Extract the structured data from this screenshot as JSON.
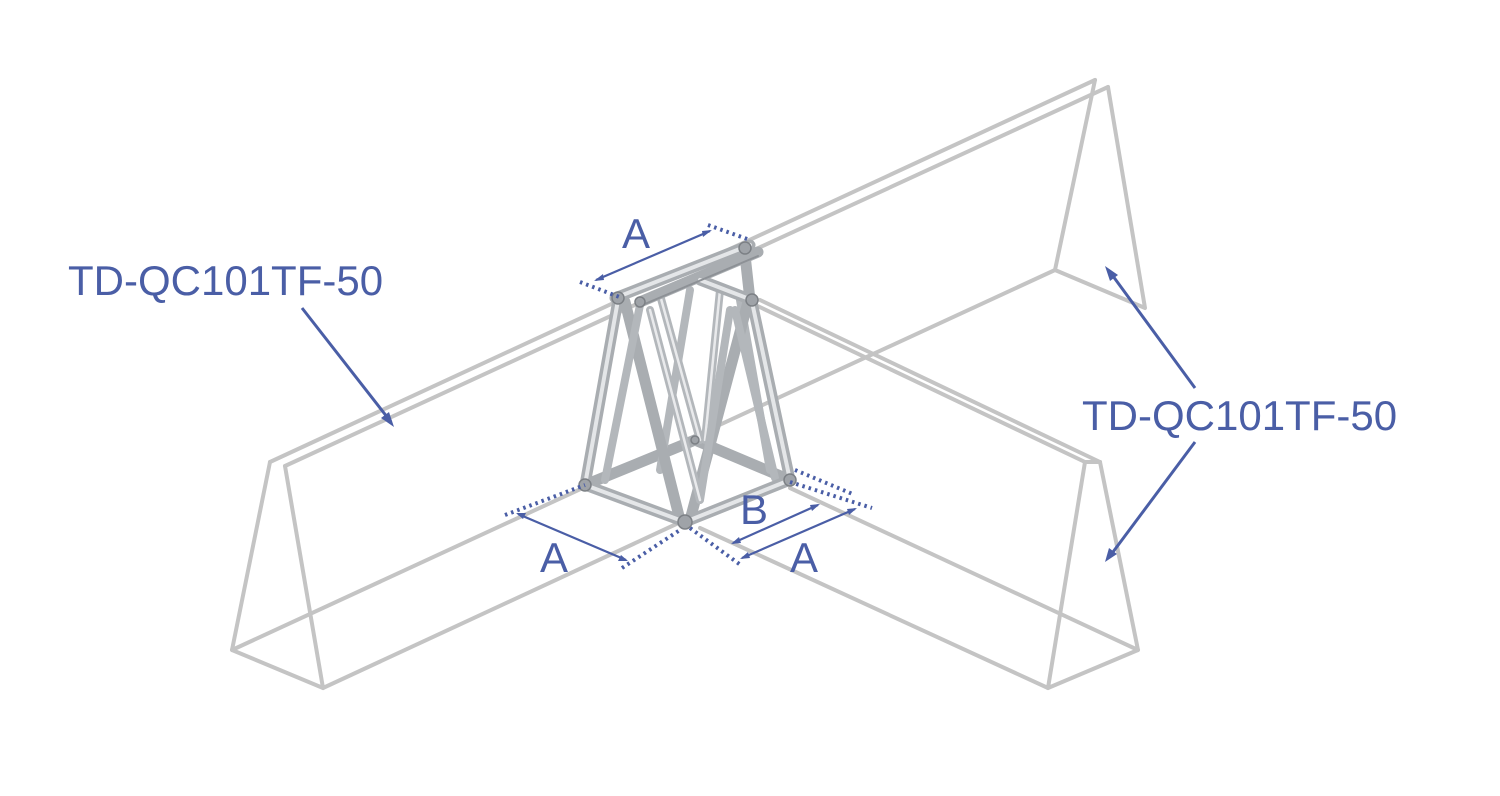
{
  "labels": {
    "left_part": "TD-QC101TF-50",
    "right_part": "TD-QC101TF-50"
  },
  "dimensions": {
    "top": "A",
    "bottom_left": "A",
    "bottom_right_inner": "B",
    "bottom_right_outer": "A"
  },
  "colors": {
    "annotation": "#4a5ea6",
    "ghost_truss": "#c4c4c4",
    "aluminium": "#a9adb1"
  }
}
